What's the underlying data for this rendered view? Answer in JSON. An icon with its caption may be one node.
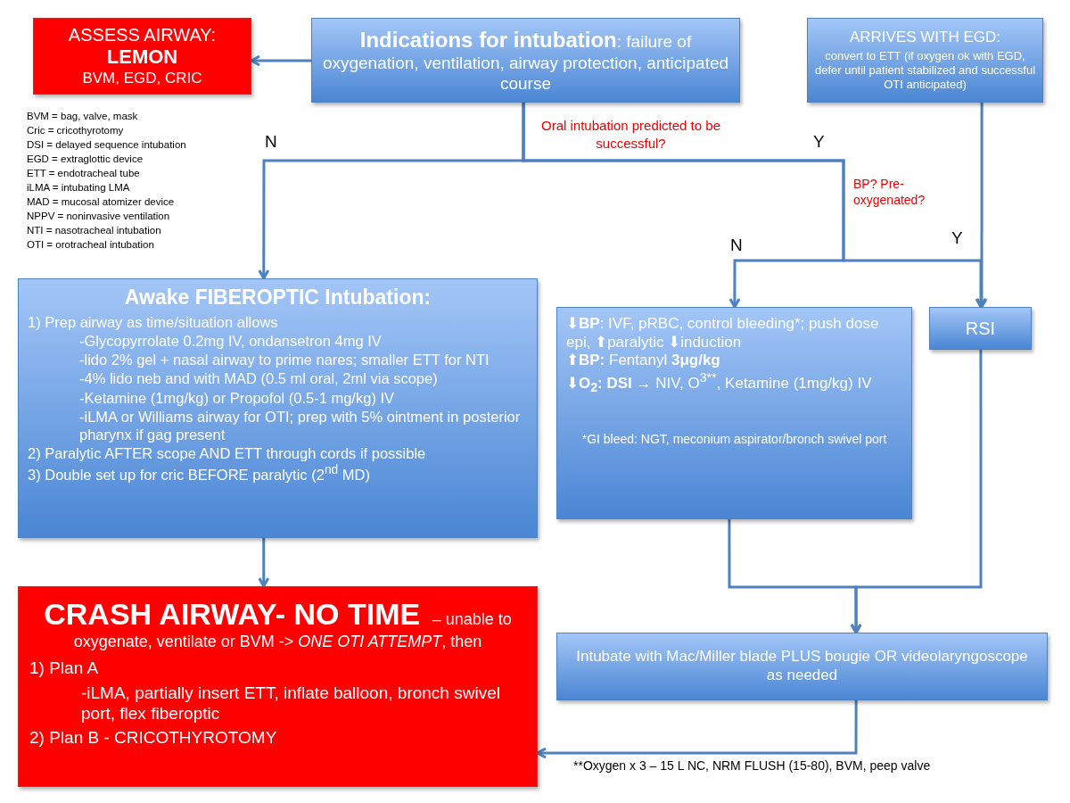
{
  "diagram": {
    "nodes": [
      {
        "text": [
          "ASSESS AIRWAY:",
          "LEMON",
          "BVM, EGD, CRIC"
        ]
      },
      {
        "text": [
          "**Indications for intubation**:  failure of oxygenation, ventilation, airway protection, anticipated course"
        ]
      },
      {
        "text": [
          "ARRIVES WITH EGD:",
          "convert to ETT (if oxygen ok with EGD, defer until patient stabilized and successful OTI anticipated)"
        ]
      },
      {
        "text": [
          "Awake FIBEROPTIC Intubation:",
          "1)  Prep airway as time/situation allows",
          "-Glycopyrrolate 0.2mg IV, ondansetron 4mg IV",
          "-lido 2% gel + nasal airway to prime nares; smaller ETT  for NTI",
          "-4% lido neb and with MAD (0.5 ml oral, 2ml via scope)",
          "-Ketamine (1mg/kg) or Propofol (0.5-1 mg/kg) IV",
          "-iLMA or Williams airway for OTI; prep with 5% ointment in posterior pharynx if gag present",
          "2)  Paralytic AFTER scope AND ETT  through cords if possible",
          "3)  Double set up for cric BEFORE paralytic (2$^{nd}$ MD)"
        ]
      },
      {
        "text": [
          "⬇**BP**:  IVF, pRBC, control bleeding*; push dose  epi, ⬆paralytic ⬇induction",
          "⬆**BP:**  Fentanyl **3μg/kg**",
          "⬇**O$_{2}$:  DSI →**  NIV, O$^{3**}$, Ketamine (1mg/kg) IV",
          "*GI bleed:  NGT, meconium aspirator/bronch swivel port"
        ]
      },
      {
        "text": [
          "RSI"
        ]
      },
      {
        "text": [
          "**CRASH AIRWAY- NO TIME** – unable to oxygenate, ventilate or BVM -> *ONE OTI ATTEMPT*, then",
          "1)  Plan A",
          "-iLMA, partially insert ETT, inflate balloon, bronch swivel port, flex fiberoptic",
          "2)  Plan B - CRICOTHYROTOMY"
        ]
      },
      {
        "text": [
          "Intubate with Mac/Miller blade PLUS bougie OR videolaryngoscope as needed"
        ]
      }
    ],
    "edges": [
      {
        "from": 1,
        "to": 0,
        "arrow": "to"
      },
      {
        "from": 1,
        "to": 3,
        "arrow": "to"
      },
      {
        "from": 1,
        "to": 4,
        "arrow": "to"
      },
      {
        "from": 1,
        "to": 5,
        "arrow": "to"
      },
      {
        "from": 2,
        "to": 5,
        "arrow": "to"
      },
      {
        "from": 3,
        "to": 6,
        "arrow": "to"
      },
      {
        "from": 4,
        "to": 7,
        "arrow": "to"
      },
      {
        "from": 5,
        "to": 7,
        "arrow": "to"
      },
      {
        "from": 7,
        "to": 6,
        "arrow": "to"
      }
    ],
    "labels": [
      "BVM = bag, valve, mask",
      "Cric = cricothyrotomy",
      "DSI = delayed sequence intubation",
      "EGD = extraglottic device",
      "ETT = endotracheal tube",
      "iLMA = intubating LMA",
      "MAD = mucosal atomizer device",
      "NPPV = noninvasive ventilation",
      "NTI = nasotracheal intubation",
      "OTI = orotracheal intubation",
      "Oral intubation predicted to be successful?",
      "N",
      "Y",
      "BP?  Pre-oxygenated?",
      "N",
      "Y",
      "**Oxygen x 3 – 15 L NC, NRM FLUSH (15-80), BVM, peep valve"
    ]
  }
}
